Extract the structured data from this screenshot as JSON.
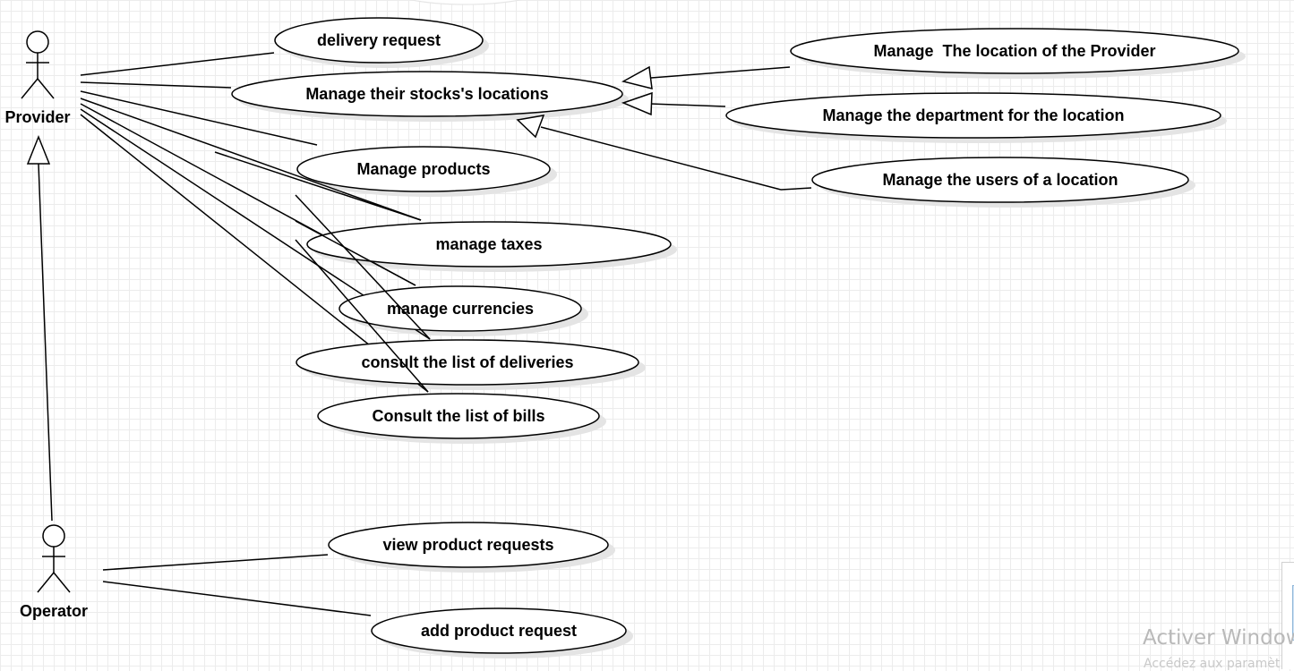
{
  "actors": {
    "provider": "Provider",
    "operator": "Operator"
  },
  "use_cases": {
    "delivery_request": "delivery request",
    "manage_stocks_locations": "Manage their stocks's locations",
    "manage_products": "Manage products",
    "manage_taxes": "manage taxes",
    "manage_currencies": "manage currencies",
    "consult_deliveries": "consult the list of deliveries",
    "consult_bills": "Consult the list of bills",
    "view_product_requests": "view product requests",
    "add_product_request": "add product request",
    "manage_provider_location": "Manage  The location of the Provider",
    "manage_department": "Manage the department for the location",
    "manage_users_location": "Manage the users of a location"
  },
  "watermark": {
    "title": "Activer Window",
    "subtitle": "Accédez aux paramèt"
  },
  "colors": {
    "stroke": "#000000",
    "shadow": "#e4e4e4",
    "grid": "#ececec"
  }
}
